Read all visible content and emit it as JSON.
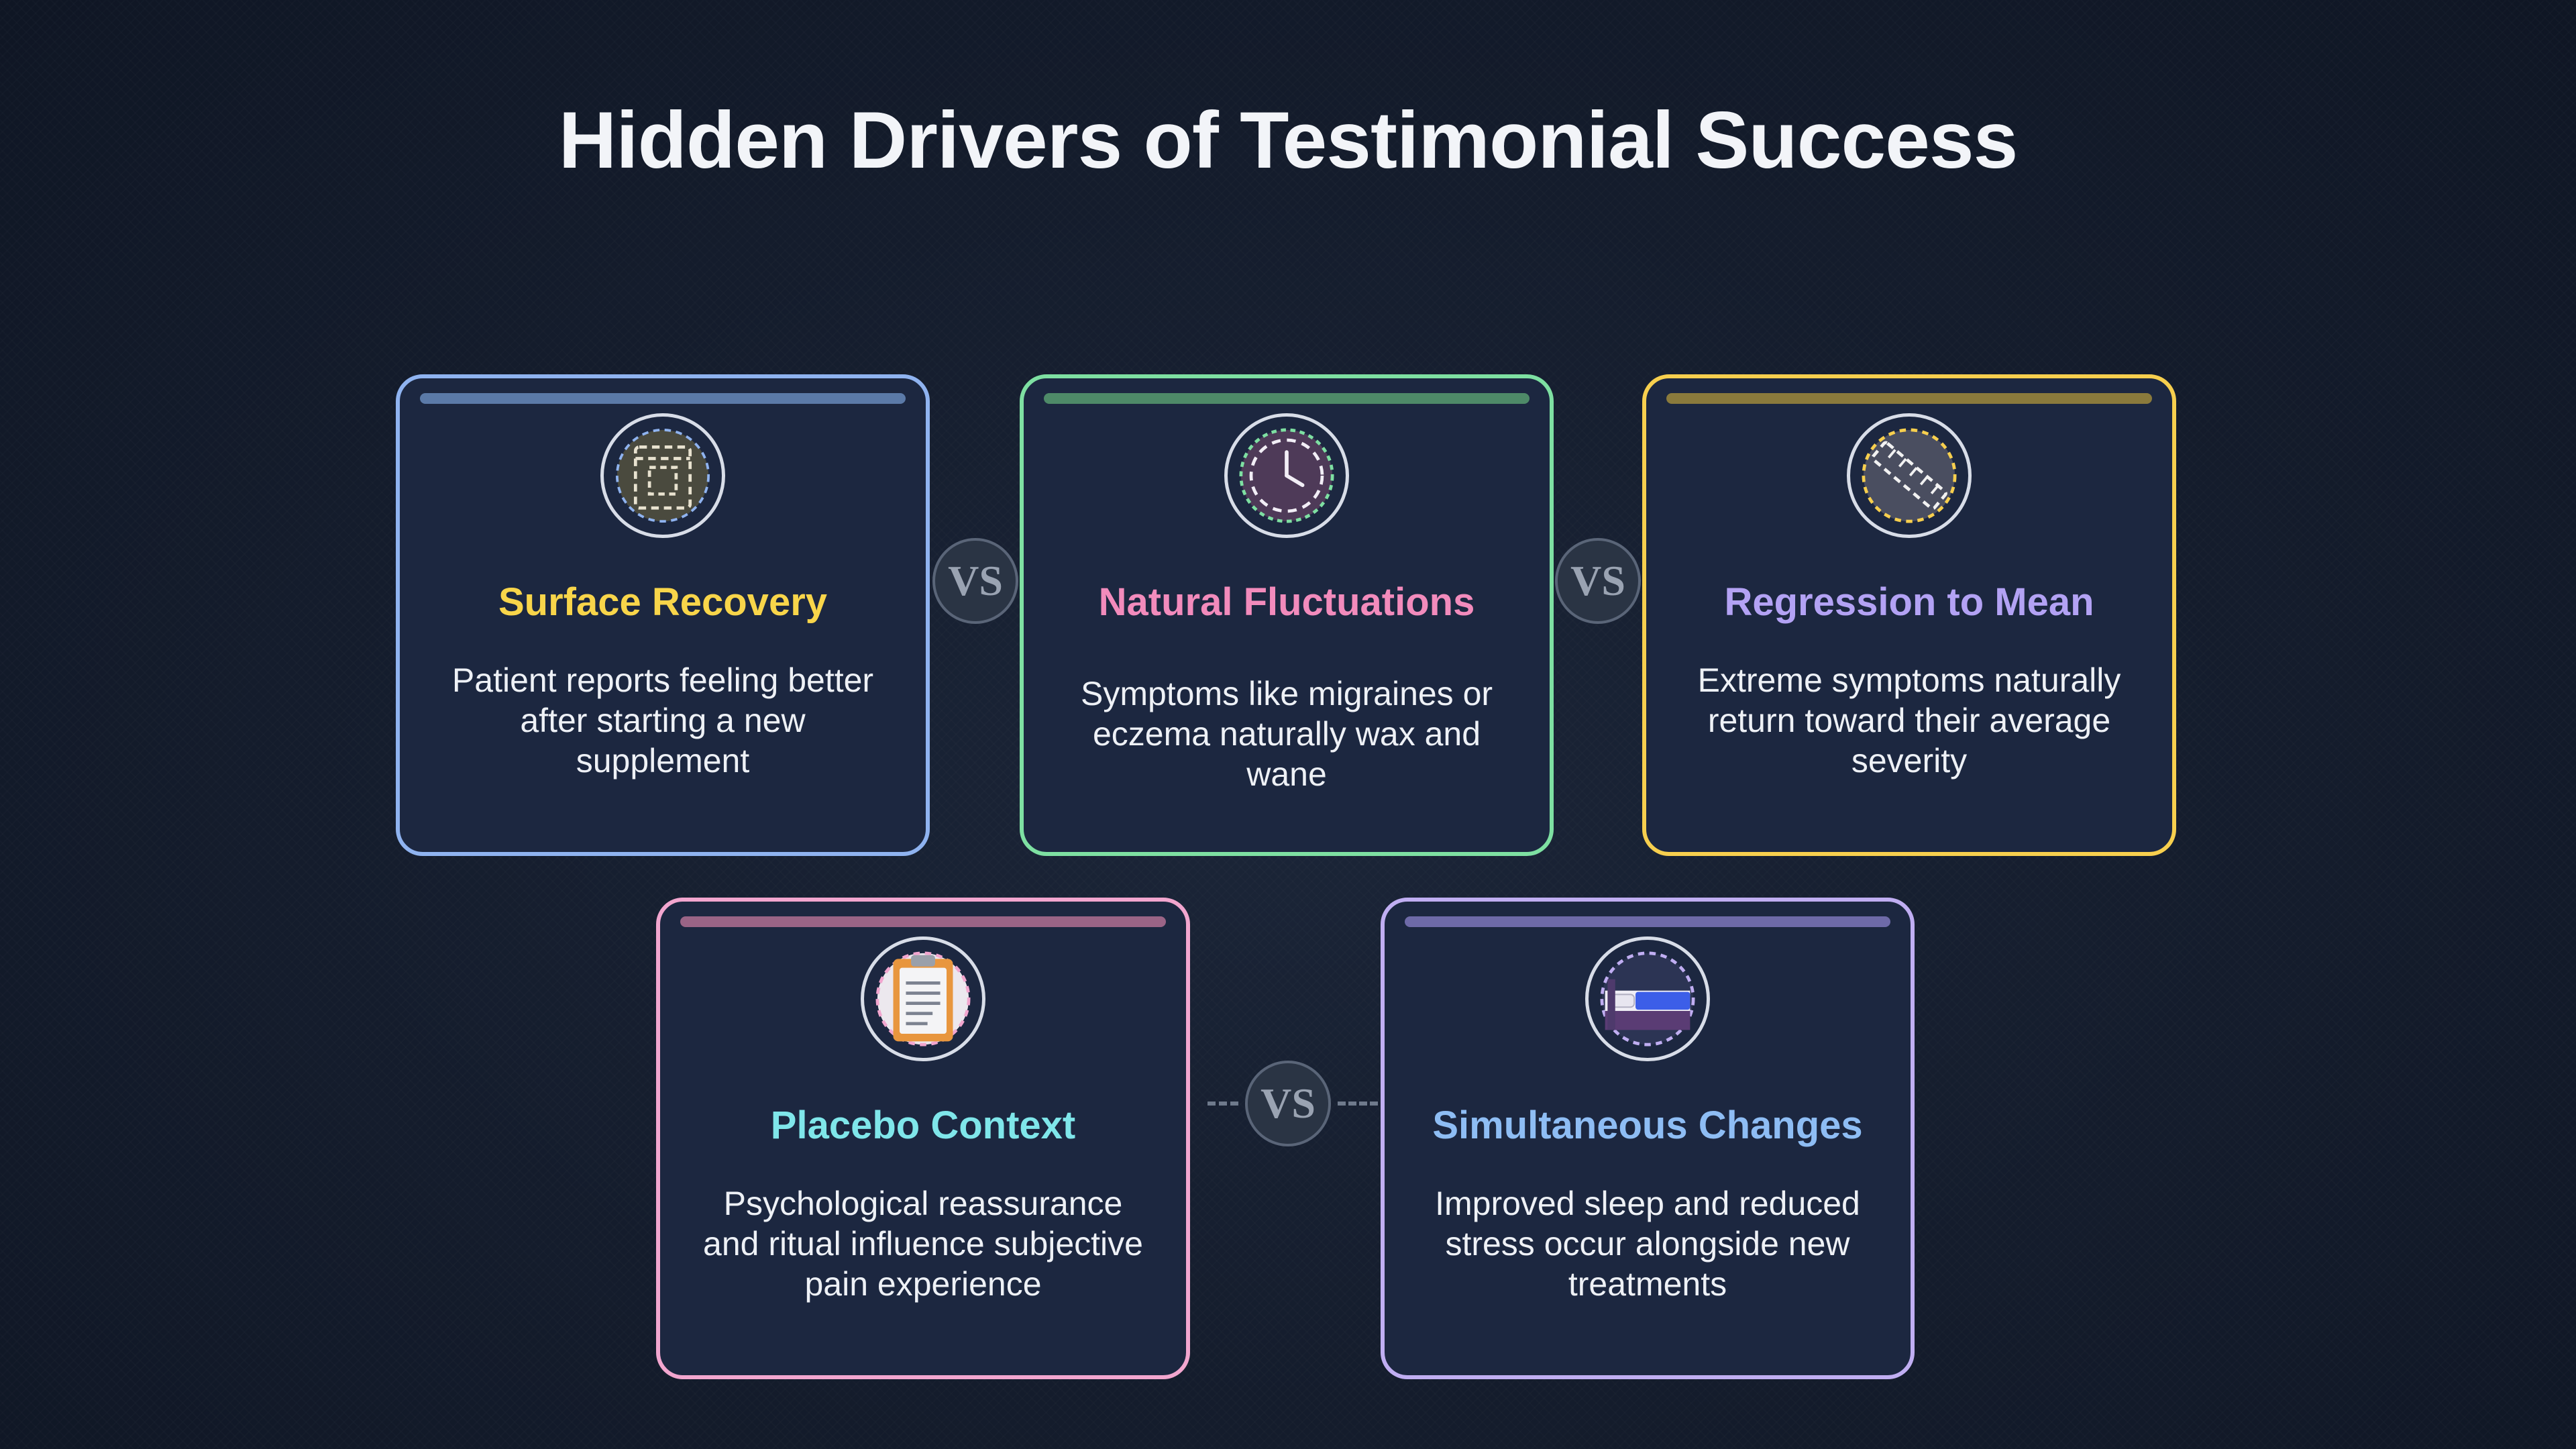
{
  "title": "Hidden Drivers of Testimonial Success",
  "vs_label": "VS",
  "cards": [
    {
      "heading": "Surface Recovery",
      "description": "Patient reports feeling better after starting a new supplement",
      "icon": "supplement-box-icon",
      "border_color": "#8fb3f0",
      "bar_color": "#5b7aa8",
      "heading_color": "#f8d54a"
    },
    {
      "heading": "Natural Fluctuations",
      "description": "Symptoms like migraines or eczema naturally wax and wane",
      "icon": "clock-icon",
      "border_color": "#7ee0a2",
      "bar_color": "#4e8a68",
      "heading_color": "#f28bbc"
    },
    {
      "heading": "Regression to Mean",
      "description": "Extreme symptoms naturally return toward their average severity",
      "icon": "ruler-icon",
      "border_color": "#f7cf4e",
      "bar_color": "#8a7a3c",
      "heading_color": "#b3a2f4"
    },
    {
      "heading": "Placebo Context",
      "description": "Psychological reassurance and ritual influence subjective pain experience",
      "icon": "clipboard-icon",
      "border_color": "#f2a6cf",
      "bar_color": "#9a6486",
      "heading_color": "#7fe6ea"
    },
    {
      "heading": "Simultaneous Changes",
      "description": "Improved sleep and reduced stress occur alongside new treatments",
      "icon": "bed-icon",
      "border_color": "#c0aef2",
      "bar_color": "#6e6aa8",
      "heading_color": "#8ebdf4"
    }
  ]
}
